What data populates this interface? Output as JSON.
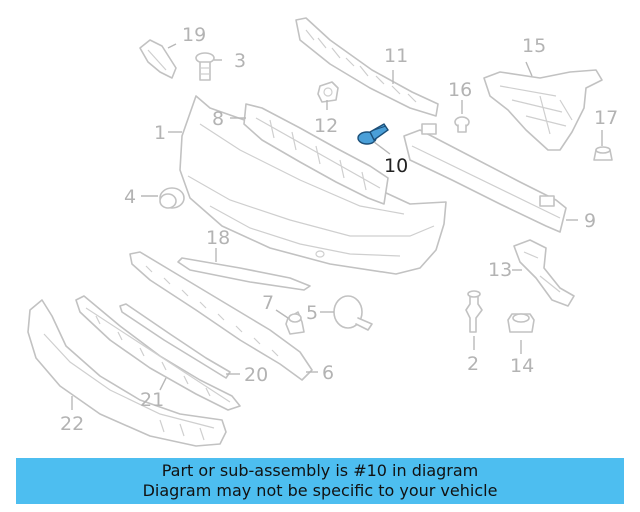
{
  "callouts": {
    "c1": "1",
    "c2": "2",
    "c3": "3",
    "c4": "4",
    "c5": "5",
    "c6": "6",
    "c7": "7",
    "c8": "8",
    "c9": "9",
    "c10": "10",
    "c11": "11",
    "c12": "12",
    "c13": "13",
    "c14": "14",
    "c15": "15",
    "c16": "16",
    "c17": "17",
    "c18": "18",
    "c19": "19",
    "c20": "20",
    "c21": "21",
    "c22": "22"
  },
  "highlight_part": "10",
  "banner": {
    "line1": "Part or sub-assembly is #10 in diagram",
    "line2": "Diagram may not be specific to your vehicle"
  },
  "colors": {
    "banner": "#4dbef0",
    "highlight": "#4a9fd8",
    "line_art": "#c2c2c2"
  }
}
